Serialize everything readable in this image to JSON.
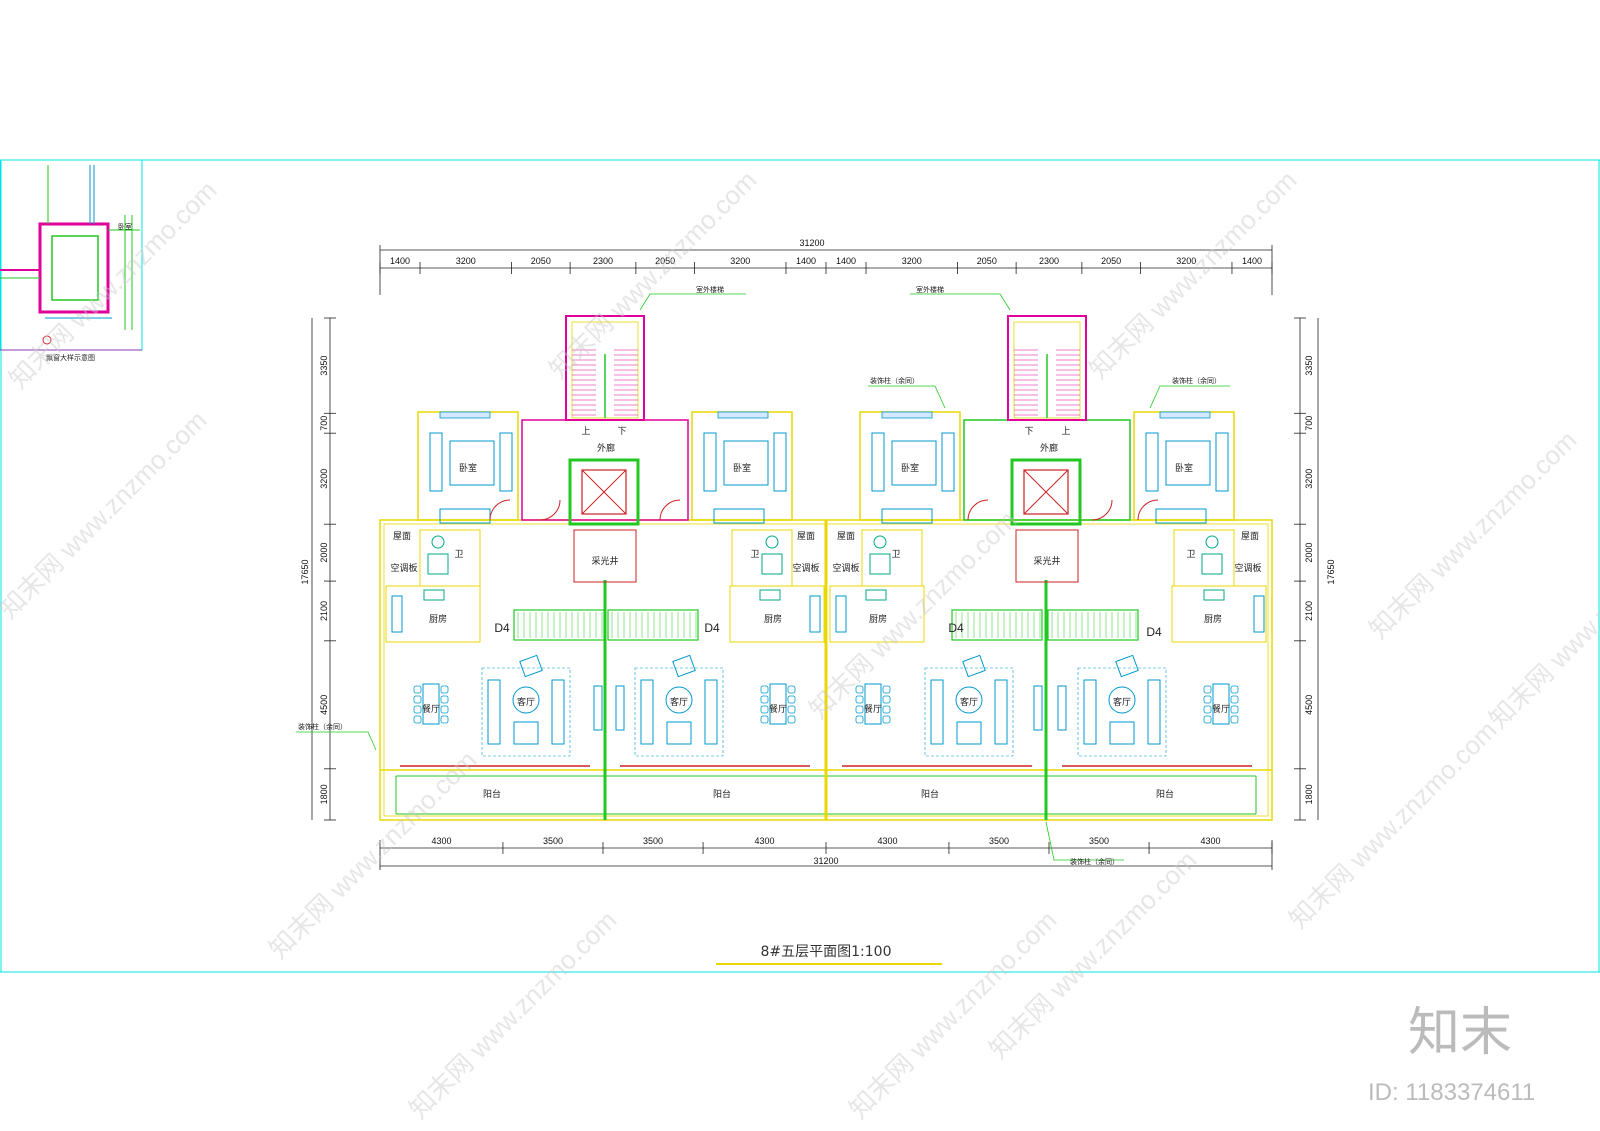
{
  "drawing": {
    "title": "8#五层平面图1:100",
    "detail_title": "飘窗大样示意图",
    "detail_room": "卧室",
    "top_total": "31200",
    "bottom_total": "31200",
    "top_dims": [
      "1400",
      "3200",
      "2050",
      "2300",
      "2050",
      "3200",
      "1400",
      "1400",
      "3200",
      "2050",
      "2300",
      "2050",
      "3200",
      "1400"
    ],
    "bottom_dims": [
      "4300",
      "3500",
      "3500",
      "4300",
      "4300",
      "3500",
      "3500",
      "4300"
    ],
    "left_dims": [
      "3350",
      "700",
      "3200",
      "2000",
      "2100",
      "4500",
      "1800"
    ],
    "left_total": "17650",
    "right_dims": [
      "3350",
      "700",
      "3200",
      "2000",
      "2100",
      "4500",
      "1800"
    ],
    "right_total": "17650",
    "labels": {
      "stair_outdoor": "室外楼梯",
      "decor_column": "装饰柱（余同）",
      "corridor": "外廊",
      "up": "上",
      "down": "下",
      "bedroom": "卧室",
      "roof": "屋面",
      "ac_board": "空调板",
      "bath": "卫",
      "kitchen": "厨房",
      "lightwell": "采光井",
      "dining": "餐厅",
      "living": "客厅",
      "balcony": "阳台",
      "unit_type": "D4"
    }
  },
  "watermark": {
    "site": "www.znzmo.com",
    "brand_cn": "知末网",
    "logo": "知末",
    "id": "ID: 1183374611"
  },
  "colors": {
    "frame": "#00e5e5",
    "wall_yellow": "#e8d800",
    "wall_magenta": "#e0009a",
    "wall_green": "#22c822",
    "furniture_cyan": "#0099cc",
    "door_red": "#cc2222",
    "dim_line": "#222222"
  }
}
